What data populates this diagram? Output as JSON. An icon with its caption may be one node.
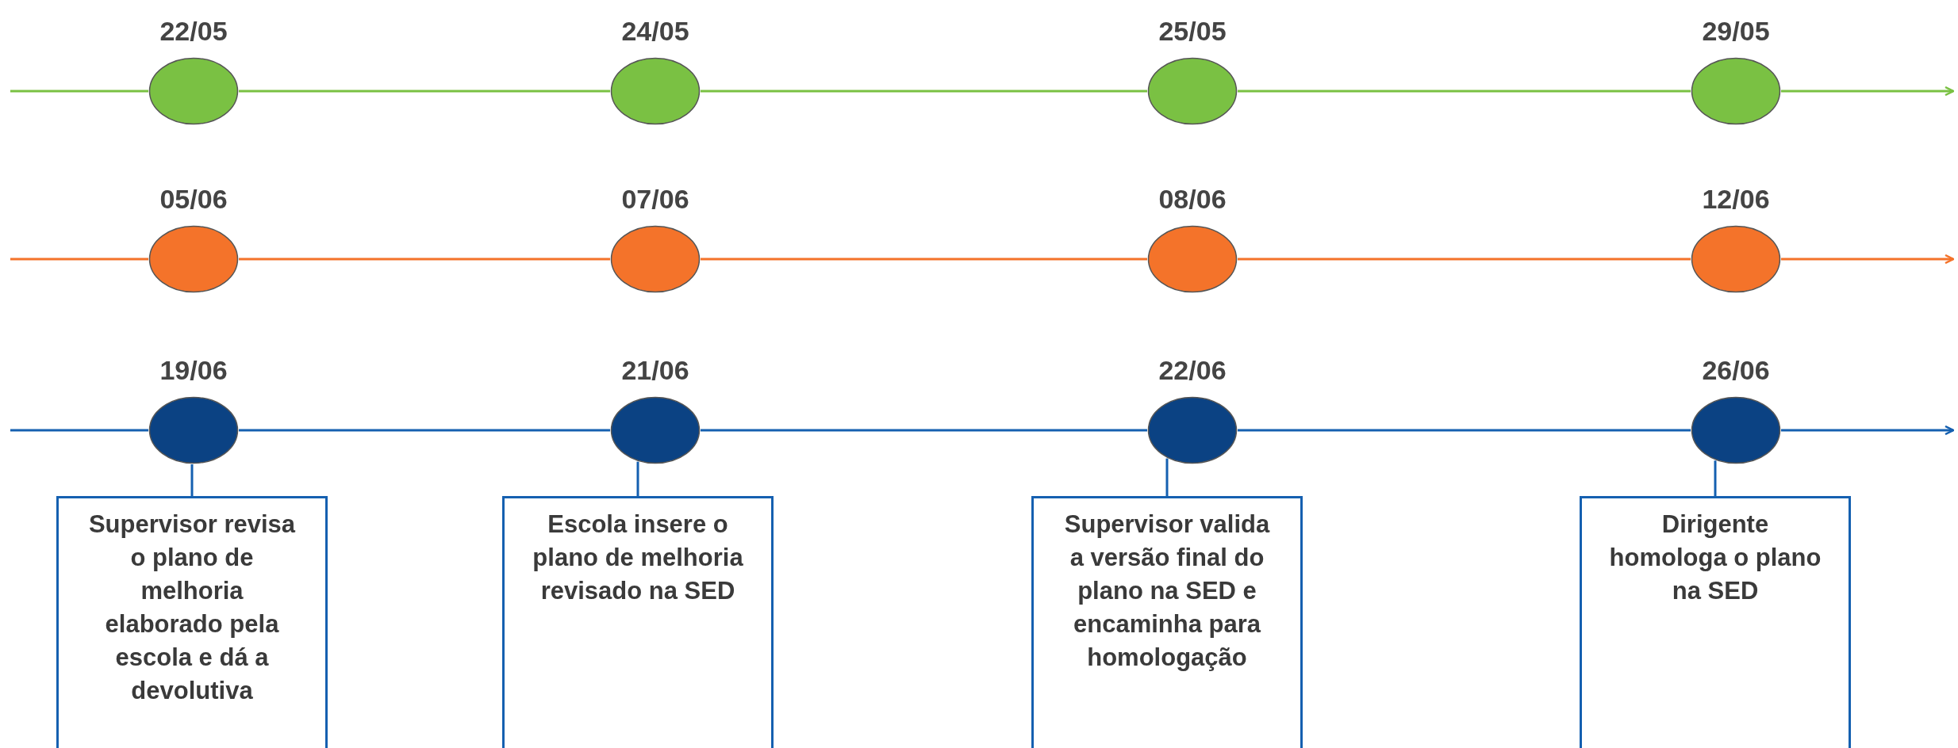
{
  "diagram": {
    "nodes": [
      {
        "text": [],
        "shape": "circle",
        "beside": [
          "22/05"
        ]
      },
      {
        "text": [],
        "shape": "circle",
        "beside": [
          "24/05"
        ]
      },
      {
        "text": [],
        "shape": "circle",
        "beside": [
          "25/05"
        ]
      },
      {
        "text": [],
        "shape": "circle",
        "beside": [
          "29/05"
        ]
      },
      {
        "text": [],
        "shape": "circle",
        "beside": [
          "05/06"
        ]
      },
      {
        "text": [],
        "shape": "circle",
        "beside": [
          "07/06"
        ]
      },
      {
        "text": [],
        "shape": "circle",
        "beside": [
          "08/06"
        ]
      },
      {
        "text": [],
        "shape": "circle",
        "beside": [
          "12/06"
        ]
      },
      {
        "text": [],
        "shape": "circle",
        "beside": [
          "19/06"
        ]
      },
      {
        "text": [],
        "shape": "circle",
        "beside": [
          "21/06"
        ]
      },
      {
        "text": [],
        "shape": "circle",
        "beside": [
          "22/06"
        ]
      },
      {
        "text": [],
        "shape": "circle",
        "beside": [
          "26/06"
        ]
      },
      {
        "text": [
          "Supervisor revisa o plano de melhoria elaborado pela escola e dá a devolutiva"
        ]
      },
      {
        "text": [
          "Escola insere o plano de melhoria revisado na SED"
        ]
      },
      {
        "text": [
          "Supervisor valida a versão final do plano na SED e encaminha para homologação"
        ]
      },
      {
        "text": [
          "Dirigente homologa o plano na SED"
        ]
      }
    ],
    "edges": [
      {
        "from": null,
        "to": 0,
        "arrow": "none",
        "color": "#7ac143"
      },
      {
        "from": 0,
        "to": 1,
        "arrow": "none",
        "color": "#7ac143"
      },
      {
        "from": 1,
        "to": 2,
        "arrow": "none",
        "color": "#7ac143"
      },
      {
        "from": 2,
        "to": 3,
        "arrow": "none",
        "color": "#7ac143"
      },
      {
        "from": 3,
        "to": null,
        "arrow": "to",
        "color": "#7ac143"
      },
      {
        "from": null,
        "to": 4,
        "arrow": "none",
        "color": "#f4732a"
      },
      {
        "from": 4,
        "to": 5,
        "arrow": "none",
        "color": "#f4732a"
      },
      {
        "from": 5,
        "to": 6,
        "arrow": "none",
        "color": "#f4732a"
      },
      {
        "from": 6,
        "to": 7,
        "arrow": "none",
        "color": "#f4732a"
      },
      {
        "from": 7,
        "to": null,
        "arrow": "to",
        "color": "#f4732a"
      },
      {
        "from": null,
        "to": 8,
        "arrow": "none",
        "color": "#1560b0"
      },
      {
        "from": 8,
        "to": 9,
        "arrow": "none",
        "color": "#1560b0"
      },
      {
        "from": 9,
        "to": 10,
        "arrow": "none",
        "color": "#1560b0"
      },
      {
        "from": 10,
        "to": 11,
        "arrow": "none",
        "color": "#1560b0"
      },
      {
        "from": 11,
        "to": null,
        "arrow": "to",
        "color": "#1560b0"
      },
      {
        "from": 8,
        "to": 12,
        "arrow": "none",
        "color": "#1560b0"
      },
      {
        "from": 9,
        "to": 13,
        "arrow": "none",
        "color": "#1560b0"
      },
      {
        "from": 10,
        "to": 14,
        "arrow": "none",
        "color": "#1560b0"
      },
      {
        "from": 11,
        "to": 15,
        "arrow": "none",
        "color": "#1560b0"
      }
    ]
  }
}
